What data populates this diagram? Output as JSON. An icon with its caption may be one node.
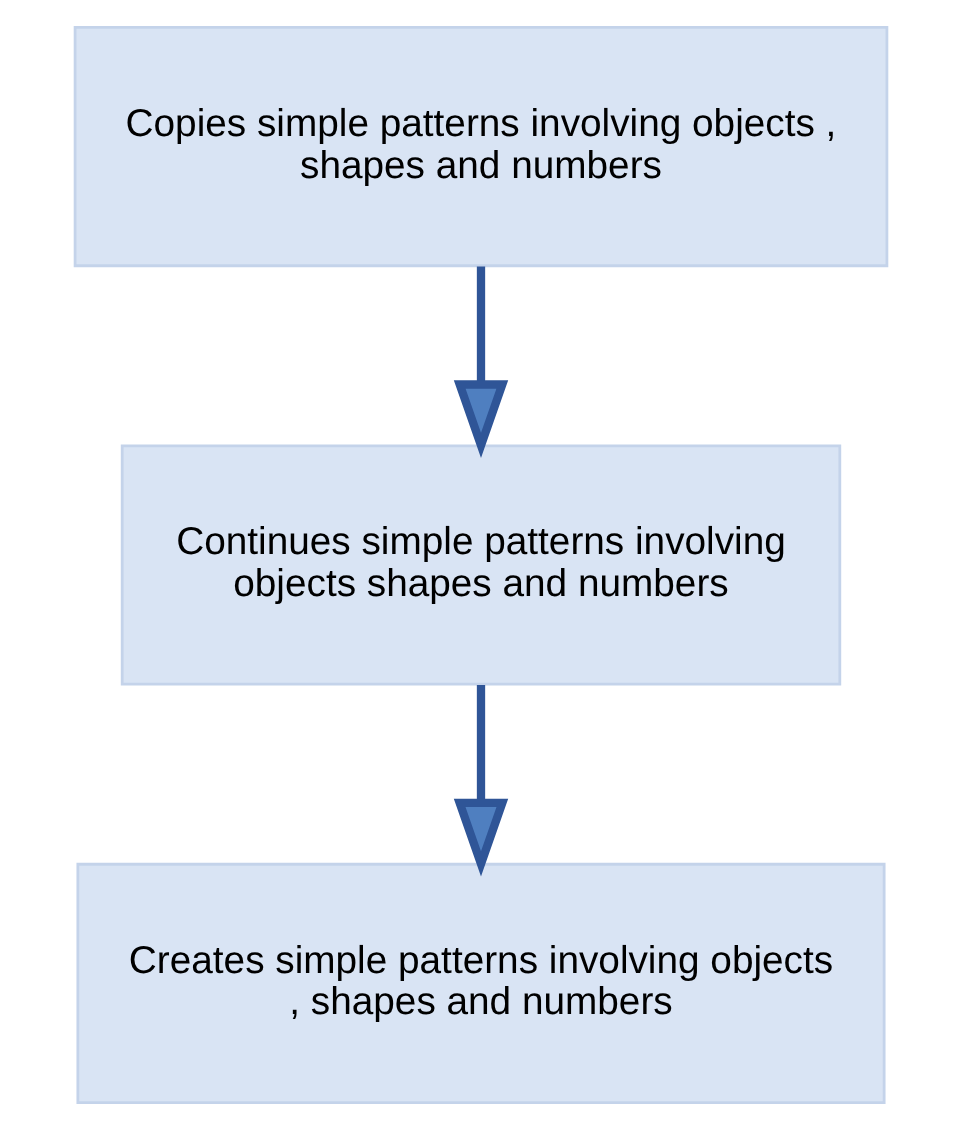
{
  "diagram": {
    "nodes": [
      {
        "text": [
          "Copies simple patterns involving objects , shapes and numbers"
        ]
      },
      {
        "text": [
          "Continues simple patterns involving objects shapes and numbers"
        ]
      },
      {
        "text": [
          "Creates simple patterns involving objects , shapes and numbers"
        ]
      }
    ],
    "edges": [
      {
        "from": 0,
        "to": 1,
        "arrow": "to"
      },
      {
        "from": 1,
        "to": 2,
        "arrow": "to"
      }
    ]
  }
}
